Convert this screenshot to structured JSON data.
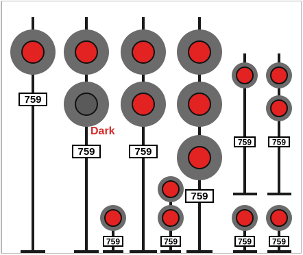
{
  "colors": {
    "background": "#ffffff",
    "frame": "#b8b8b8",
    "pole": "#1a1a1a",
    "head": "#6b6b6b",
    "lamp_lit": "#e32222",
    "lamp_dark": "#5a5a5a",
    "lamp_outline": "#111111",
    "dark_label": "#d42a2a",
    "plate_fill": "#ffffff",
    "plate_border": "#000000"
  },
  "labels": {
    "dark": "Dark"
  },
  "signals": [
    {
      "id": "high-signal-1",
      "lamps": [
        "lit"
      ],
      "plate": "759"
    },
    {
      "id": "high-signal-2",
      "lamps": [
        "lit",
        "dark"
      ],
      "plate": "759"
    },
    {
      "id": "dwarf-signal-1",
      "lamps": [
        "lit"
      ],
      "plate": "759"
    },
    {
      "id": "high-signal-3",
      "lamps": [
        "lit",
        "lit"
      ],
      "plate": "759"
    },
    {
      "id": "dwarf-signal-2",
      "lamps": [
        "lit",
        "lit"
      ],
      "plate": "759"
    },
    {
      "id": "high-signal-4",
      "lamps": [
        "lit",
        "lit",
        "lit"
      ],
      "plate": "759"
    },
    {
      "id": "mast-signal-5",
      "lamps": [
        "lit"
      ],
      "plate": "759"
    },
    {
      "id": "mast-signal-6",
      "lamps": [
        "lit",
        "lit"
      ],
      "plate": "759"
    },
    {
      "id": "dwarf-signal-3",
      "lamps": [
        "lit"
      ],
      "plate": "759"
    },
    {
      "id": "dwarf-signal-4",
      "lamps": [
        "lit"
      ],
      "plate": "759"
    }
  ]
}
